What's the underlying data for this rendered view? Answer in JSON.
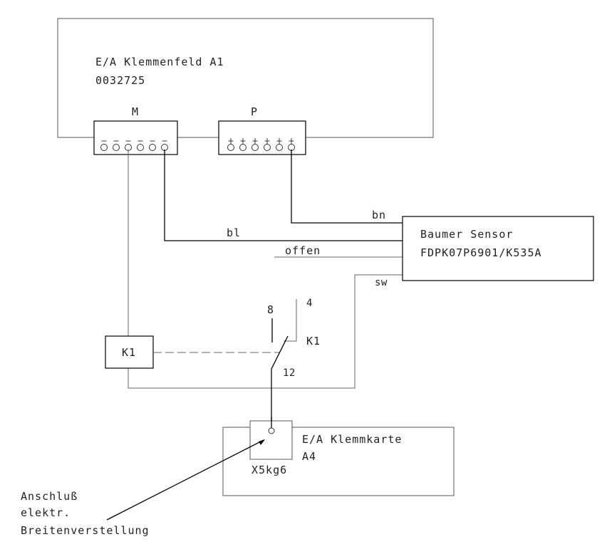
{
  "diagram": {
    "terminal_field": {
      "title": "E/A Klemmenfeld A1",
      "number": "0032725",
      "block_m": {
        "label": "M",
        "terminal_sign": "−",
        "terminal_count": 6
      },
      "block_p": {
        "label": "P",
        "terminal_sign": "+",
        "terminal_count": 6
      }
    },
    "sensor": {
      "name": "Baumer Sensor",
      "model": "FDPK07P6901/K535A",
      "wires": {
        "brown": "bn",
        "blue": "bl",
        "open": "offen",
        "black": "sw"
      }
    },
    "relay": {
      "coil_label": "K1",
      "contact_label": "K1",
      "pins": {
        "nc": "8",
        "no": "4",
        "common": "12"
      }
    },
    "terminal_card": {
      "title": "E/A Klemmkarte",
      "id": "A4",
      "connector": "X5kg6"
    },
    "annotation": {
      "line1": "Anschluß",
      "line2": "elektr.",
      "line3": "Breitenverstellung"
    }
  }
}
